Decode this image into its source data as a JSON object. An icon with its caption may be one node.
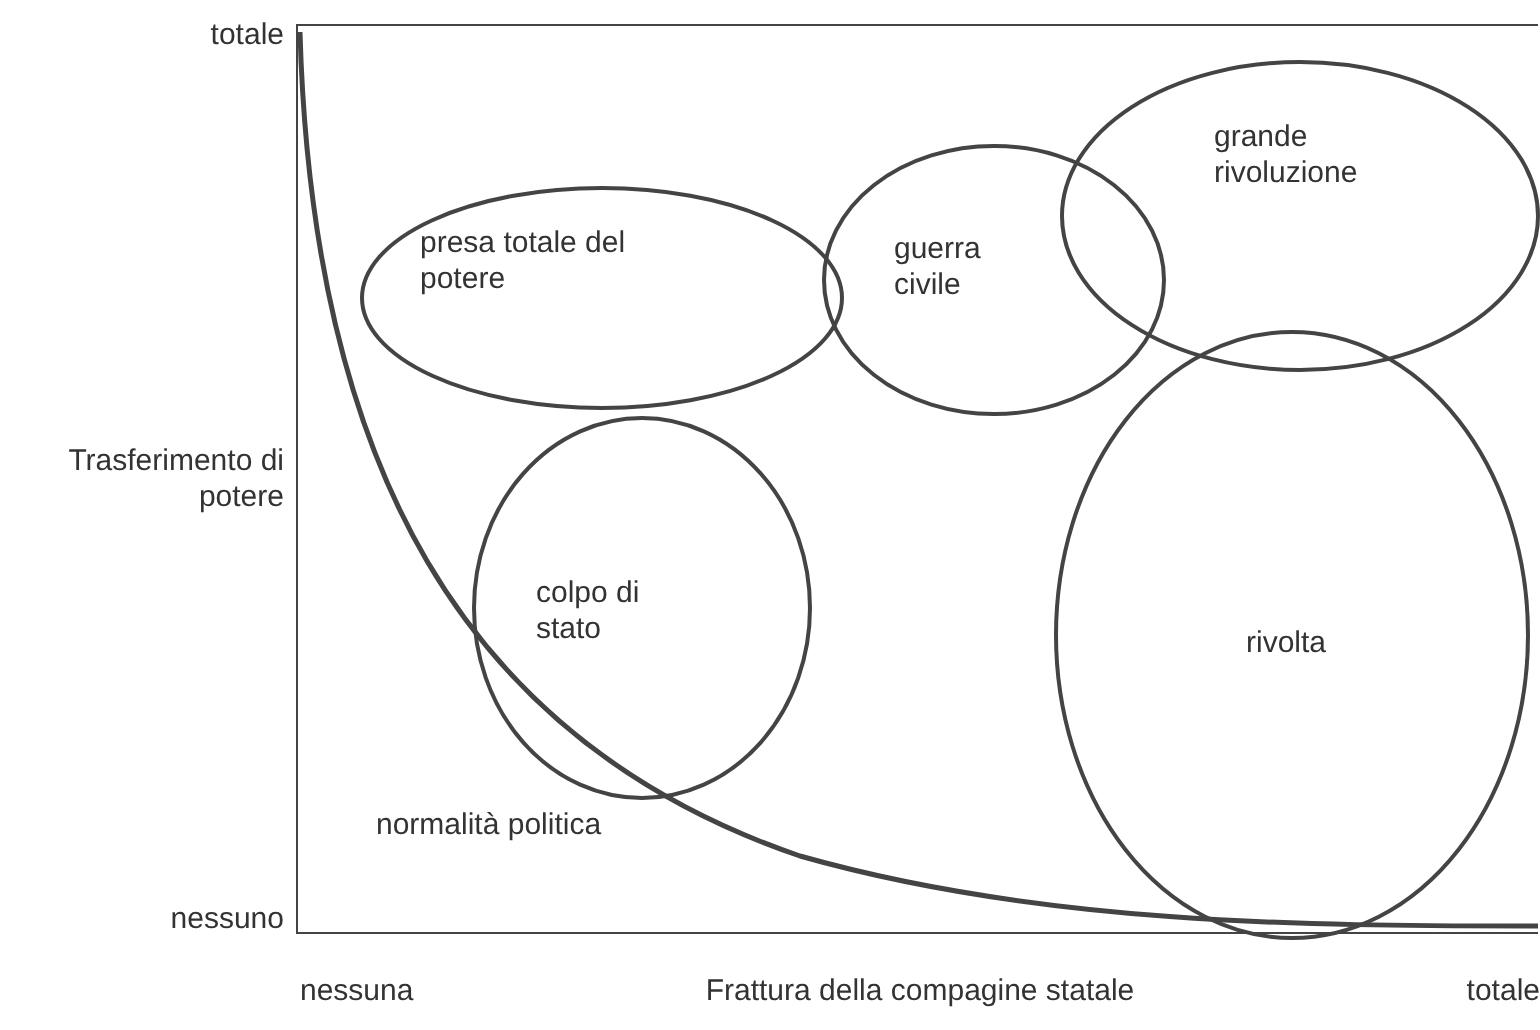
{
  "diagram": {
    "nodes": [
      {
        "text": [
          "presa totale del potere"
        ]
      },
      {
        "text": [
          "colpo di stato"
        ]
      },
      {
        "text": [
          "guerra civile"
        ]
      },
      {
        "text": [
          "grande rivoluzione"
        ]
      },
      {
        "text": [
          "rivolta"
        ]
      }
    ],
    "labels": [
      "totale",
      "Trasferimento di potere",
      "nessuno",
      "normalità politica",
      "nessuna",
      "Frattura della compagine statale",
      "totale"
    ]
  }
}
